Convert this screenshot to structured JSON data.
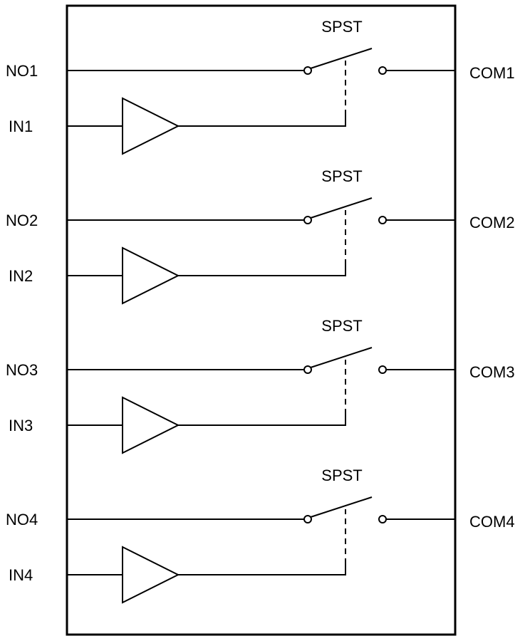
{
  "switches": [
    {
      "label": "SPST",
      "no": "NO1",
      "in": "IN1",
      "com": "COM1"
    },
    {
      "label": "SPST",
      "no": "NO2",
      "in": "IN2",
      "com": "COM2"
    },
    {
      "label": "SPST",
      "no": "NO3",
      "in": "IN3",
      "com": "COM3"
    },
    {
      "label": "SPST",
      "no": "NO4",
      "in": "IN4",
      "com": "COM4"
    }
  ]
}
